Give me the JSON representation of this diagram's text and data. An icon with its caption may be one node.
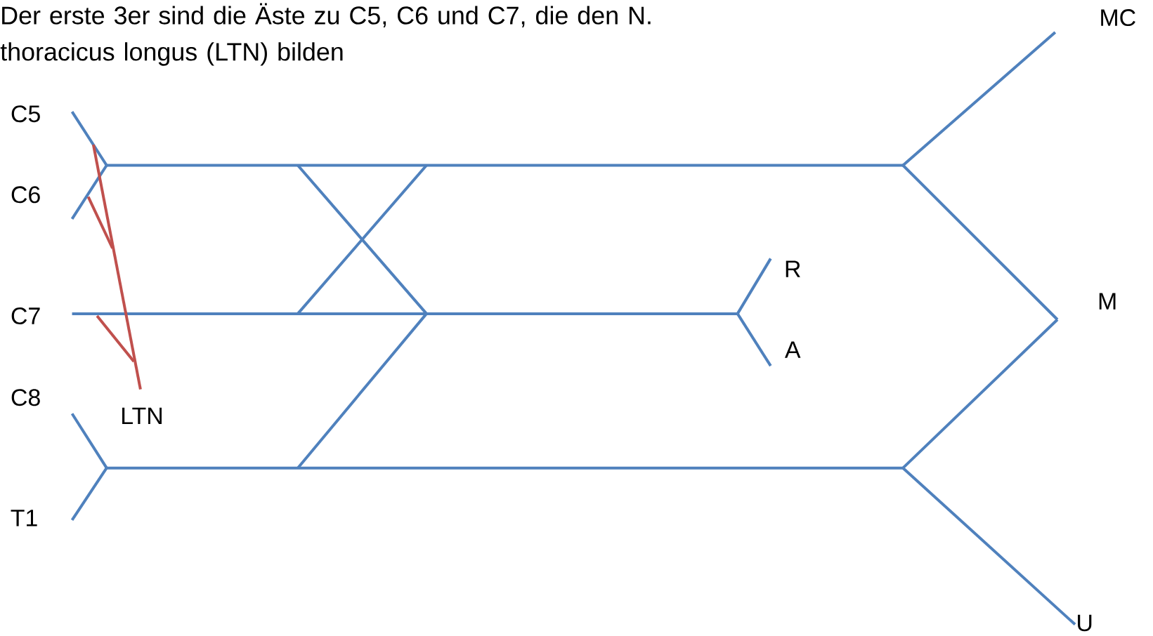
{
  "diagram": {
    "title": "Der erste 3er sind die Äste zu C5, C6 und C7, die den N. thoracicus longus (LTN) bilden",
    "labels": [
      "MC",
      "C5",
      "C6",
      "R",
      "M",
      "C7",
      "A",
      "C8",
      "LTN",
      "T1",
      "U"
    ]
  }
}
